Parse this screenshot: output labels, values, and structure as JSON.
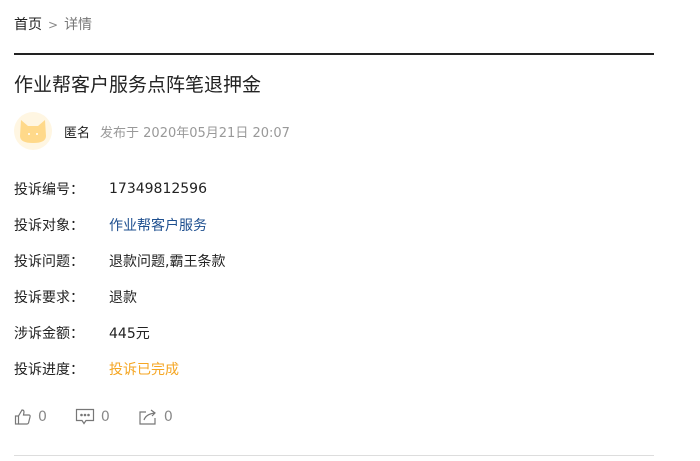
{
  "breadcrumb": {
    "home": "首页",
    "sep": ">",
    "current": "详情"
  },
  "title": "作业帮客户服务点阵笔退押金",
  "author": {
    "name": "匿名",
    "date": "发布于 2020年05月21日 20:07"
  },
  "fields": [
    {
      "label": "投诉编号：",
      "value": "17349812596"
    },
    {
      "label": "投诉对象：",
      "value": "作业帮客户服务"
    },
    {
      "label": "投诉问题：",
      "value": "退款问题,霸王条款"
    },
    {
      "label": "投诉要求：",
      "value": "退款"
    },
    {
      "label": "涉诉金额：",
      "value": "445元"
    },
    {
      "label": "投诉进度：",
      "value": "投诉已完成"
    }
  ],
  "actions": {
    "likes": "0",
    "comments": "0",
    "shares": "0"
  }
}
